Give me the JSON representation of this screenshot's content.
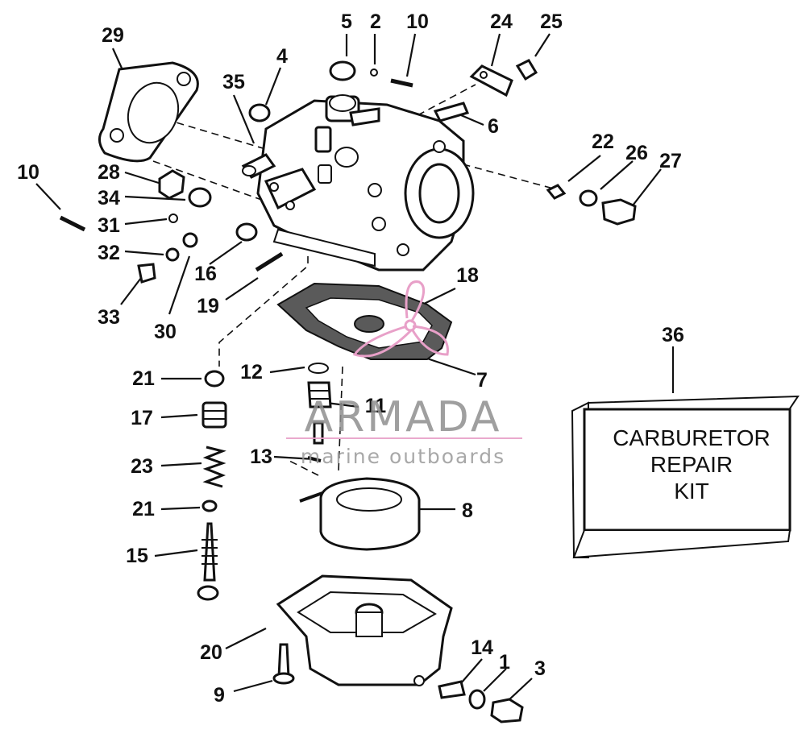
{
  "diagram": {
    "callouts": [
      {
        "id": "c1",
        "text": "1"
      },
      {
        "id": "c2",
        "text": "2"
      },
      {
        "id": "c3",
        "text": "3"
      },
      {
        "id": "c4",
        "text": "4"
      },
      {
        "id": "c5",
        "text": "5"
      },
      {
        "id": "c6",
        "text": "6"
      },
      {
        "id": "c7",
        "text": "7"
      },
      {
        "id": "c8",
        "text": "8"
      },
      {
        "id": "c9",
        "text": "9"
      },
      {
        "id": "c10a",
        "text": "10"
      },
      {
        "id": "c10b",
        "text": "10"
      },
      {
        "id": "c11",
        "text": "11"
      },
      {
        "id": "c12",
        "text": "12"
      },
      {
        "id": "c13",
        "text": "13"
      },
      {
        "id": "c14",
        "text": "14"
      },
      {
        "id": "c15",
        "text": "15"
      },
      {
        "id": "c16",
        "text": "16"
      },
      {
        "id": "c17",
        "text": "17"
      },
      {
        "id": "c18",
        "text": "18"
      },
      {
        "id": "c19",
        "text": "19"
      },
      {
        "id": "c20",
        "text": "20"
      },
      {
        "id": "c21a",
        "text": "21"
      },
      {
        "id": "c21b",
        "text": "21"
      },
      {
        "id": "c22",
        "text": "22"
      },
      {
        "id": "c23",
        "text": "23"
      },
      {
        "id": "c24",
        "text": "24"
      },
      {
        "id": "c25",
        "text": "25"
      },
      {
        "id": "c26",
        "text": "26"
      },
      {
        "id": "c27",
        "text": "27"
      },
      {
        "id": "c28",
        "text": "28"
      },
      {
        "id": "c29",
        "text": "29"
      },
      {
        "id": "c30",
        "text": "30"
      },
      {
        "id": "c31",
        "text": "31"
      },
      {
        "id": "c32",
        "text": "32"
      },
      {
        "id": "c33",
        "text": "33"
      },
      {
        "id": "c34",
        "text": "34"
      },
      {
        "id": "c35",
        "text": "35"
      },
      {
        "id": "c36",
        "text": "36"
      }
    ],
    "kit_box": {
      "lines": [
        "CARBURETOR",
        "REPAIR",
        "KIT"
      ]
    }
  },
  "watermark": {
    "brand": "ARMADA",
    "tagline": "marine outboards",
    "logo_color": "#e8a0c8"
  }
}
